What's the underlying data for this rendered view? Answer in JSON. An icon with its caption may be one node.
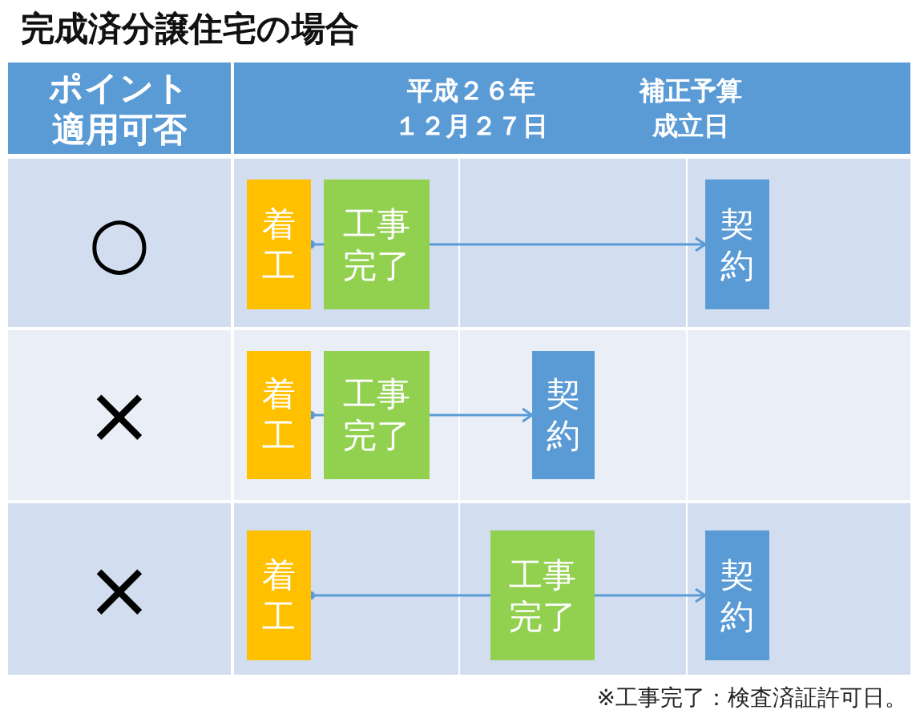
{
  "diagram": {
    "title": "完成済分譲住宅の場合",
    "nodes": [
      {
        "text": [
          "着工"
        ]
      },
      {
        "text": [
          "工事完了"
        ]
      },
      {
        "text": [
          "契約"
        ]
      },
      {
        "text": [
          "着工"
        ]
      },
      {
        "text": [
          "工事完了"
        ]
      },
      {
        "text": [
          "契約"
        ]
      },
      {
        "text": [
          "着工"
        ]
      },
      {
        "text": [
          "工事完了"
        ]
      },
      {
        "text": [
          "契約"
        ]
      }
    ],
    "edges": [
      {
        "from": 0,
        "to": 1,
        "arrow": "other"
      },
      {
        "from": 1,
        "to": 2,
        "arrow": "to"
      },
      {
        "from": 3,
        "to": 4,
        "arrow": "other"
      },
      {
        "from": 4,
        "to": 5,
        "arrow": "to"
      },
      {
        "from": 6,
        "to": 7,
        "arrow": "other"
      },
      {
        "from": 7,
        "to": 8,
        "arrow": "to"
      }
    ],
    "labels": [
      "ポイント適用可否",
      "平成２６年１２月２７日",
      "補正予算成立日",
      "○",
      "×",
      "×",
      "※工事完了：検査済証許可日。"
    ]
  }
}
